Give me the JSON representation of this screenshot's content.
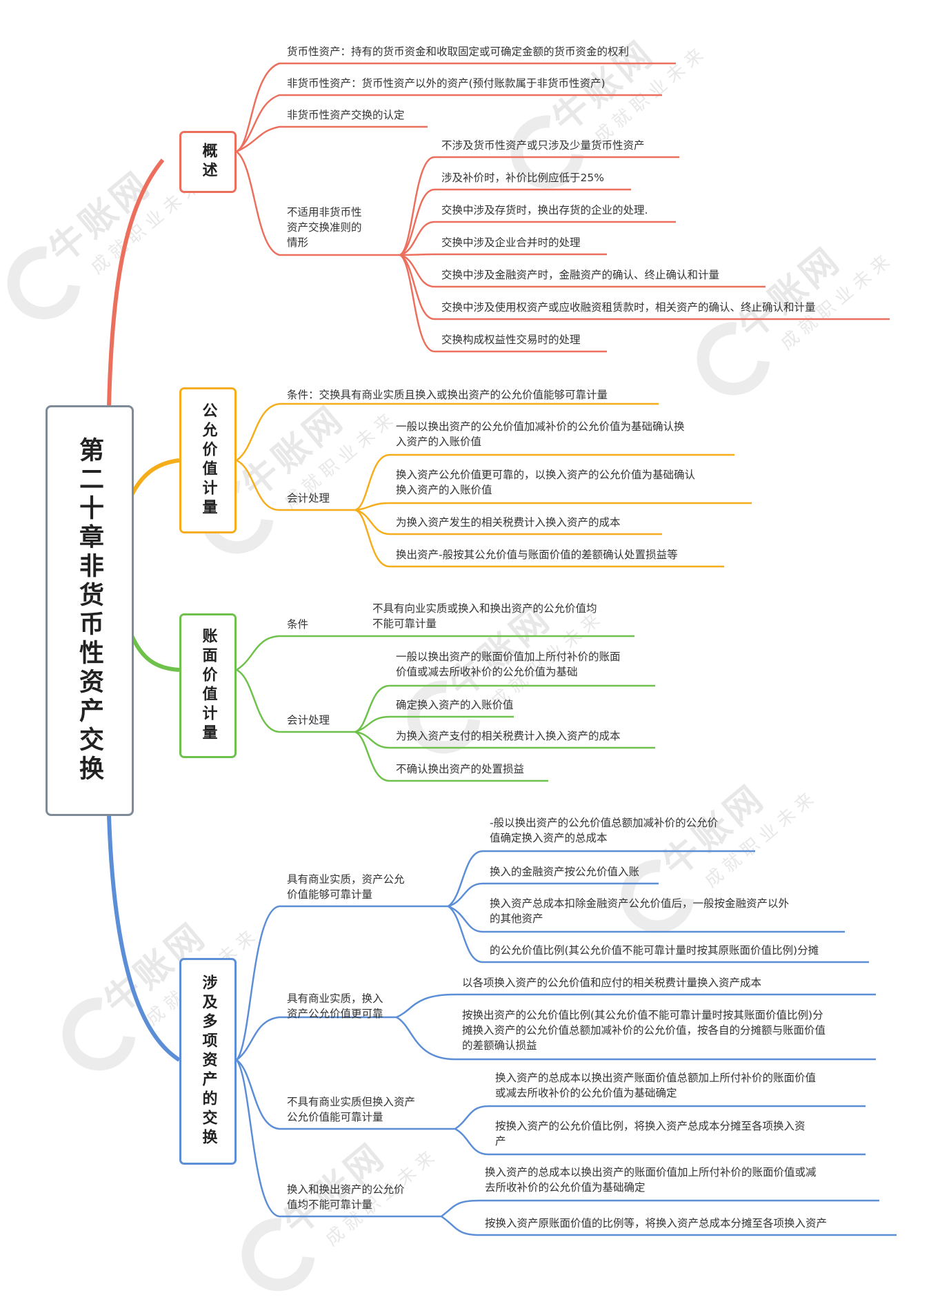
{
  "root": {
    "title": "第二十章非货币性资产交换"
  },
  "watermark": {
    "logo": "牛账网",
    "slogan": "成就职业未来"
  },
  "colors": {
    "b1": "#ec6f5e",
    "b2": "#f5ad1c",
    "b3": "#6ec14a",
    "b4": "#5b8ed6",
    "root_border": "#7f8a98"
  },
  "branches": [
    {
      "title": "概述",
      "items": [
        "货币性资产：持有的货币资金和收取固定或可确定金额的货币资金的权利",
        "非货币性资产：货币性资产以外的资产(预付账款属于非货币性资产)",
        "非货币性资产交换的认定",
        "不适用非货币性\n资产交换准则的\n情形"
      ],
      "sub_items": [
        "不涉及货币性资产或只涉及少量货币性资产",
        "涉及补价时，补价比例应低于25%",
        "交换中涉及存货时，换出存货的企业的处理.",
        "交换中涉及企业合并时的处理",
        "交换中涉及金融资产时，金融资产的确认、终止确认和计量",
        "交换中涉及使用权资产或应收融资租赁款时，相关资产的确认、终止确认和计量",
        "交换构成权益性交易时的处理"
      ]
    },
    {
      "title": "公允价值计量",
      "items": [
        "条件：交换具有商业实质且换入或换出资产的公允价值能够可靠计量",
        "会计处理"
      ],
      "sub_items": [
        "一般以换出资产的公允价值加减补价的公允价值为基础确认换\n入资产的入账价值",
        "换入资产公允价值更可靠的，以换入资产的公允价值为基础确认\n换入资产的入账价值",
        "为换入资产发生的相关税费计入换入资产的成本",
        "换出资产-般按其公允价值与账面价值的差额确认处置损益等"
      ]
    },
    {
      "title": "账面价值计量",
      "items": [
        "条件",
        "会计处理"
      ],
      "condition_text": "不具有向业实质或换入和换出资产的公允价值均\n不能可靠计量",
      "sub_items": [
        "一般以换出资产的账面价值加上所付补价的账面\n价值或减去所收补价的公允价值为基础",
        "确定换入资产的入账价值",
        "为换入资产支付的相关税费计入换入资产的成本",
        "不确认换出资产的处置损益"
      ]
    },
    {
      "title": "涉及多项资产的交换",
      "groups": [
        {
          "label": "具有商业实质，资产公允\n价值能够可靠计量",
          "items": [
            "-般以换出资产的公允价值总额加减补价的公允价\n值确定换入资产的总成本",
            "换入的金融资产按公允价值入账",
            "换入资产总成本扣除金融资产公允价值后，一般按金融资产以外\n的其他资产",
            "的公允价值比例(其公允价值不能可靠计量时按其原账面价值比例)分摊"
          ]
        },
        {
          "label": "具有商业实质，换入\n资产公允价值更可靠",
          "items": [
            "以各项换入资产的公允价值和应付的相关税费计量换入资产成本",
            "按换出资产的公允价值比例(其公允价值不能可靠计量时按其账面价值比例)分\n摊换入资产的公允价值总额加减补价的公允价值，按各自的分摊额与账面价值\n的差额确认损益"
          ]
        },
        {
          "label": "不具有商业实质但换入资产\n公允价值能可靠计量",
          "items": [
            "换入资产的总成本以换出资产账面价值总额加上所付补价的账面价值\n或减去所收补价的公允价值为基础确定",
            "按换入资产的公允价值比例，将换入资产总成本分摊至各项换入资\n产"
          ]
        },
        {
          "label": "换入和换出资产的公允价\n值均不能可靠计量",
          "items": [
            "换入资产的总成本以换出资产的账面价值加上所付补价的账面价值或减\n去所收补价的公允价值为基础确定",
            "按换入资产原账面价值的比例等，将换入资产总成本分摊至各项换入资产"
          ]
        }
      ]
    }
  ]
}
